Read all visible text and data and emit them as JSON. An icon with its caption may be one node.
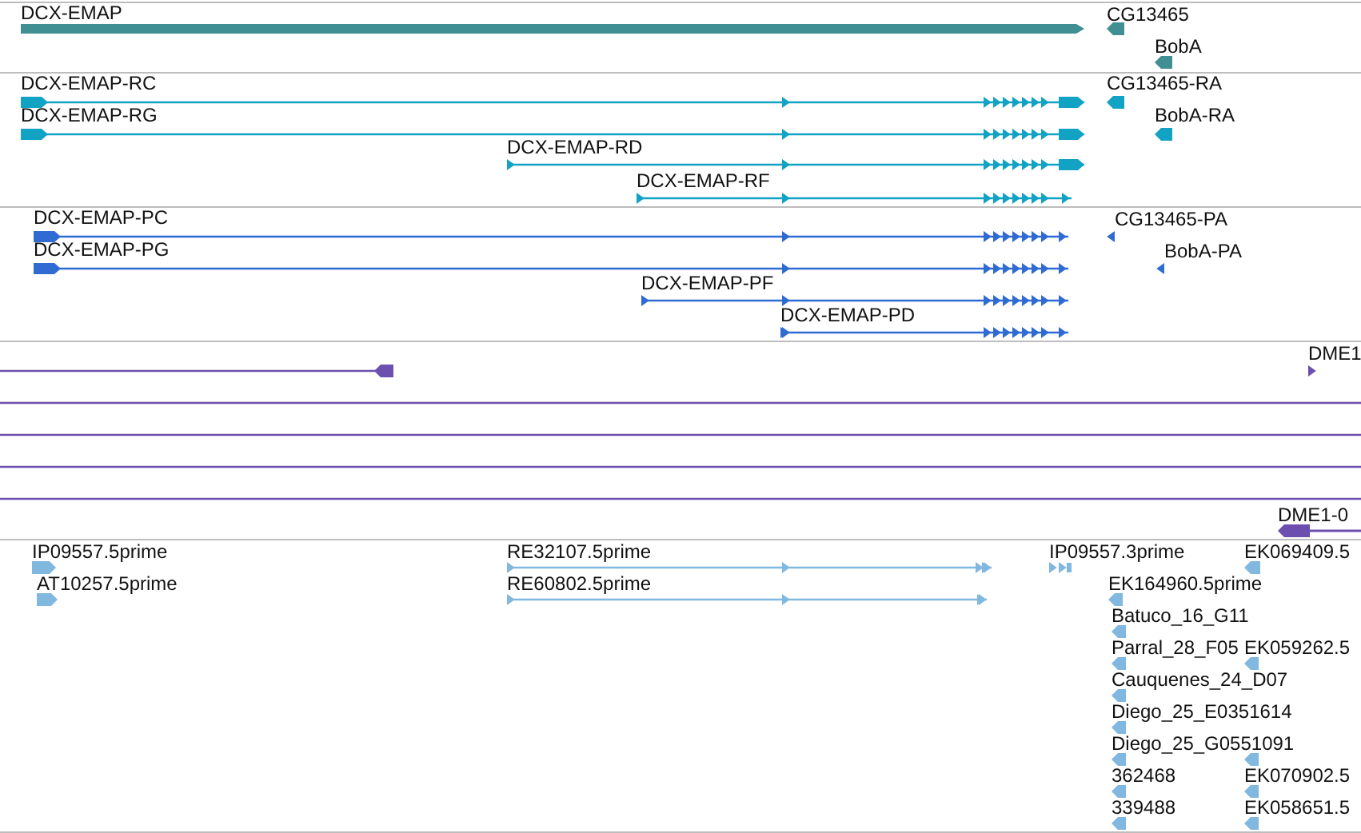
{
  "diagram": {
    "labels": [
      "DCX-EMAP",
      "CG13465",
      "BobA",
      "DCX-EMAP-RC",
      "CG13465-RA",
      "DCX-EMAP-RG",
      "BobA-RA",
      "DCX-EMAP-RD",
      "DCX-EMAP-RF",
      "DCX-EMAP-PC",
      "CG13465-PA",
      "DCX-EMAP-PG",
      "BobA-PA",
      "DCX-EMAP-PF",
      "DCX-EMAP-PD",
      "DME1",
      "DME1-0",
      "IP09557.5prime",
      "RE32107.5prime",
      "IP09557.3prime",
      "EK069409.5",
      "AT10257.5prime",
      "RE60802.5prime",
      "EK164960.5prime",
      "Batuco_16_G11",
      "Parral_28_F05",
      "EK059262.5",
      "Cauquenes_24_D07",
      "Diego_25_E0351614",
      "Diego_25_G0551091",
      "362468",
      "EK070902.5",
      "339488",
      "EK058651.5"
    ]
  }
}
